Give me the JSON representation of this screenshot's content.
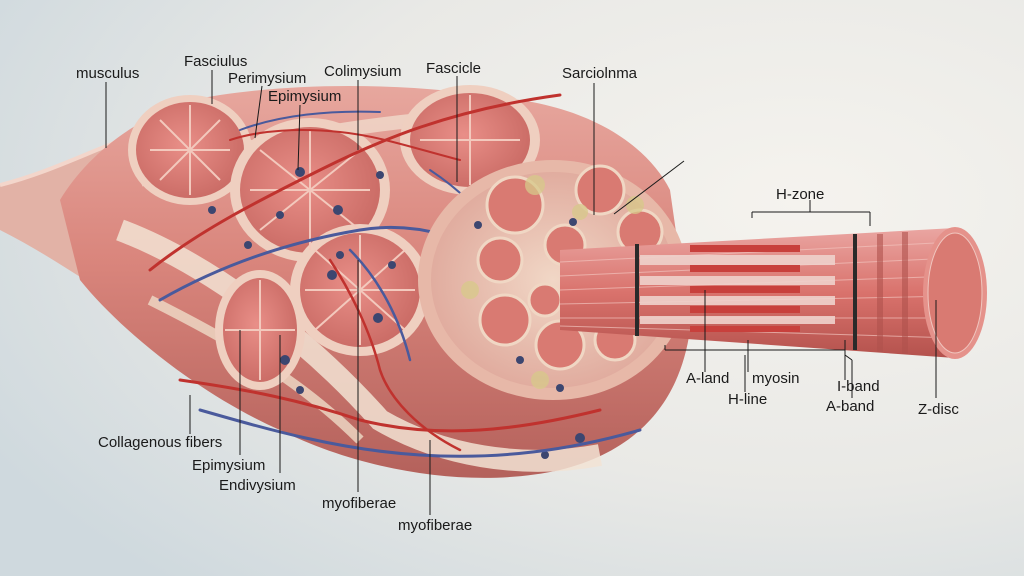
{
  "diagram": {
    "subject": "skeletal muscle anatomy illustration",
    "labels": {
      "musculus": "musculus",
      "fasciulus": "Fasciulus",
      "perimysium": "Perimysium",
      "epimysium_top": "Epimysium",
      "colimysium": "Colimysium",
      "fascicle": "Fascicle",
      "sarciolnma": "Sarciolnma",
      "h_zone": "H-zone",
      "a_land": "A-land",
      "myosin": "myosin",
      "h_line": "H-line",
      "i_band": "I-band",
      "a_band": "A-band",
      "z_disc": "Z-disc",
      "collagenous_fibers": "Collagenous fibers",
      "epimysium_bottom": "Epimysium",
      "endivysium": "Endivysium",
      "myofiberae_1": "myofiberae",
      "myofiberae_2": "myofiberae"
    },
    "colors": {
      "background": "#e6e9ea",
      "muscle": "#d8807a",
      "muscle_dark": "#b85a55",
      "fascia": "#efdcc8",
      "artery": "#c0322e",
      "vein": "#4a5a9c",
      "nucleus": "#3c4670",
      "leader": "#1a1a1a"
    }
  }
}
